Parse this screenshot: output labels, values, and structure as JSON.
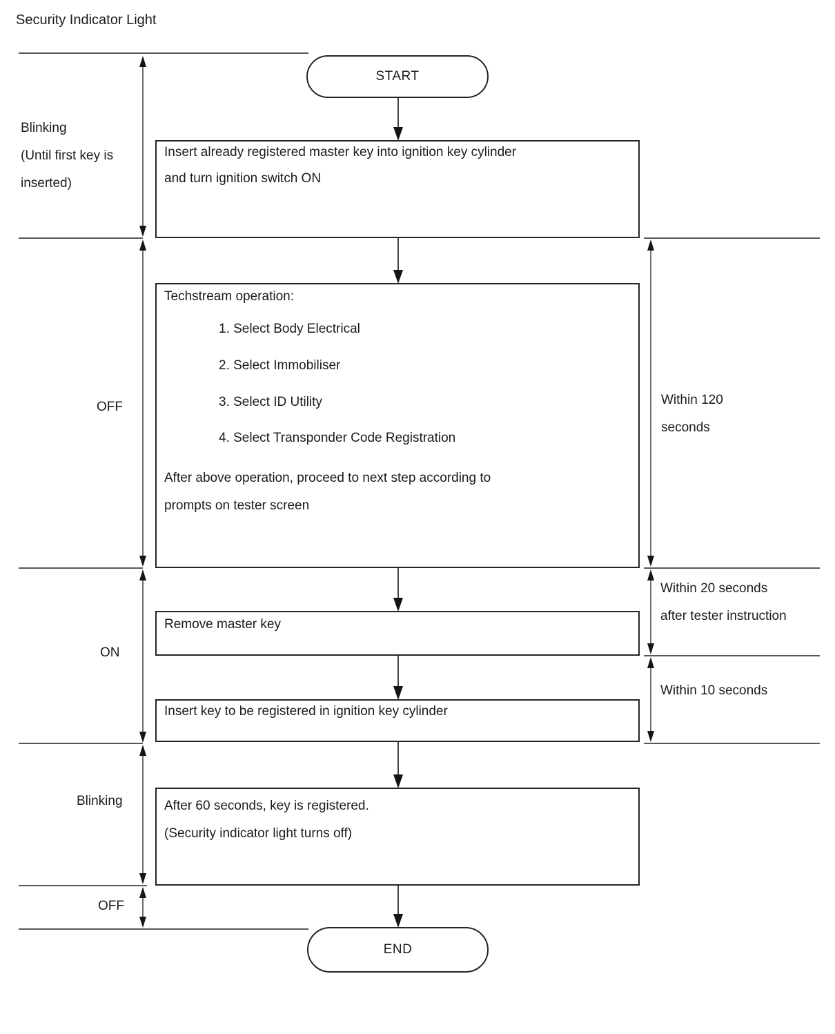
{
  "title": "Security Indicator Light",
  "colors": {
    "background": "#ffffff",
    "box_border": "#242424",
    "divider_line": "#57585a",
    "dimension_line": "#6d6e70",
    "arrowhead": "#151515",
    "text": "#1b1b1b"
  },
  "nodes": {
    "start": "START",
    "end": "END"
  },
  "steps": {
    "step1": {
      "line1": "Insert already registered master key into ignition key cylinder",
      "line2": "and turn ignition switch ON"
    },
    "techstream": {
      "heading": "Techstream operation:",
      "items": [
        "1. Select Body Electrical",
        "2. Select Immobiliser",
        "3. Select ID Utility",
        "4. Select Transponder Code Registration"
      ],
      "footer1": "After above operation, proceed to next step according to",
      "footer2": "prompts on tester screen"
    },
    "step3": {
      "line1": "Remove master key"
    },
    "step4": {
      "line1": "Insert key to be registered in ignition key cylinder"
    },
    "step5": {
      "line1": "After 60 seconds, key is registered.",
      "line2": "(Security indicator light turns off)"
    }
  },
  "indicator_states": {
    "blinking1": {
      "line1": "Blinking",
      "line2": "(Until first key is",
      "line3": "inserted)"
    },
    "off1": "OFF",
    "on": "ON",
    "blinking2": "Blinking",
    "off2": "OFF"
  },
  "timing_labels": {
    "within120": {
      "line1": "Within 120",
      "line2": "seconds"
    },
    "within20": {
      "line1": "Within 20 seconds",
      "line2": "after tester instruction"
    },
    "within10": "Within 10 seconds"
  }
}
